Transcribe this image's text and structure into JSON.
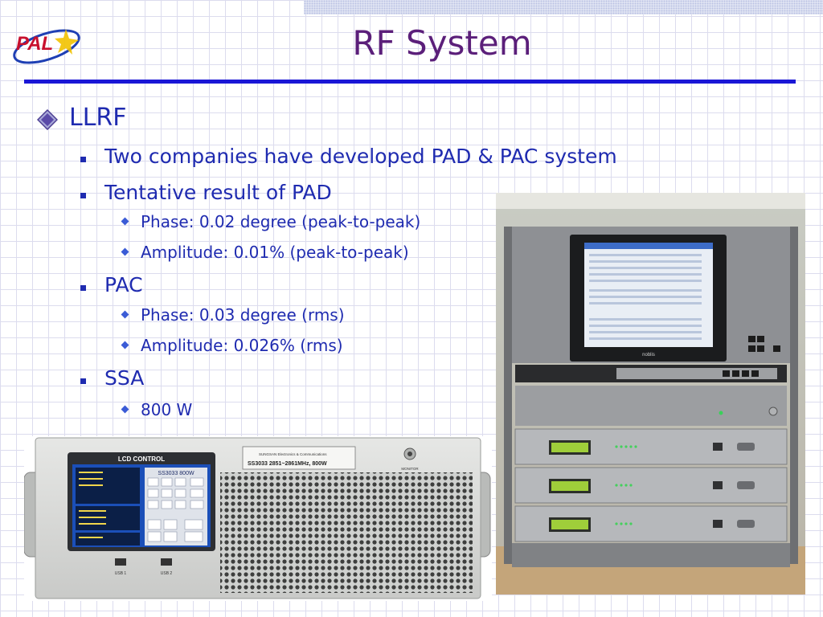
{
  "slide": {
    "title": "RF System",
    "logo_text": "PAL"
  },
  "content": {
    "llrf_heading": "LLRF",
    "item_companies": "Two companies have developed PAD & PAC system",
    "item_pad": "Tentative result of PAD",
    "pad_phase": "Phase: 0.02 degree (peak-to-peak)",
    "pad_amplitude": "Amplitude: 0.01% (peak-to-peak)",
    "item_pac": "PAC",
    "pac_phase": "Phase: 0.03 degree (rms)",
    "pac_amplitude": "Amplitude: 0.026% (rms)",
    "item_ssa": "SSA",
    "ssa_power": "800 W"
  },
  "ssa_panel": {
    "lcd_title": "LCD CONTROL",
    "model_label": "SS3033 800W",
    "maker": "SUNGSAN Electronics & Communications",
    "model_line": "SS3033 2851~2861MHz, 800W",
    "monitor_label": "MONITOR",
    "usb1_label": "USB 1",
    "usb2_label": "USB 2"
  },
  "rack": {
    "monitor_brand": "noblis"
  },
  "colors": {
    "title": "#5b1f7a",
    "rule": "#1a17d6",
    "text": "#1f2bb0"
  }
}
